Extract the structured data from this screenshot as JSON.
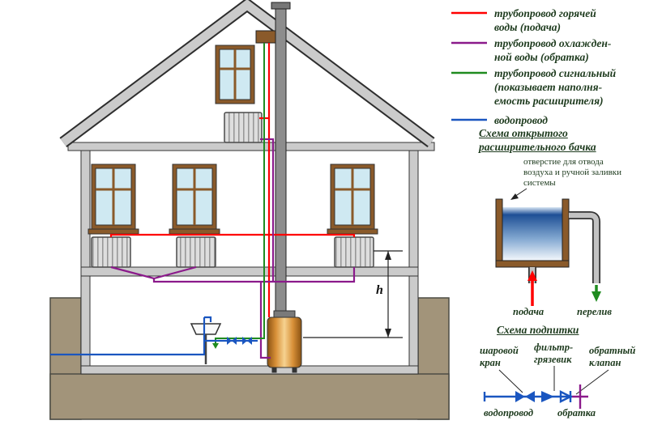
{
  "colors": {
    "hot": "#ff0000",
    "return": "#8b1a8b",
    "signal": "#1f8b1f",
    "water": "#1a56c0"
  },
  "legend": {
    "items": [
      {
        "lines": [
          "трубопровод горячей",
          "воды (подача)"
        ]
      },
      {
        "lines": [
          "трубопровод охлажден-",
          "ной воды (обратка)"
        ]
      },
      {
        "lines": [
          "трубопровод сигнальный",
          "(показывает наполня-",
          "емость расширителя)"
        ]
      },
      {
        "lines": [
          "водопровод"
        ]
      }
    ]
  },
  "expansion_tank": {
    "title_lines": [
      "Схема открытого",
      "расширительного бачка"
    ],
    "annotation_lines": [
      "отверстие для отвода",
      "воздуха и ручной заливки",
      "системы"
    ],
    "supply_label": "подача",
    "overflow_label": "перелив"
  },
  "makeup": {
    "title": "Схема подпитки",
    "ball_valve_lines": [
      "шаровой",
      "кран"
    ],
    "filter_lines": [
      "фильтр-",
      "грязевик"
    ],
    "check_valve_lines": [
      "обратный",
      "клапан"
    ],
    "water_label": "водопровод",
    "return_label": "обратка"
  },
  "house": {
    "height_label": "h"
  }
}
